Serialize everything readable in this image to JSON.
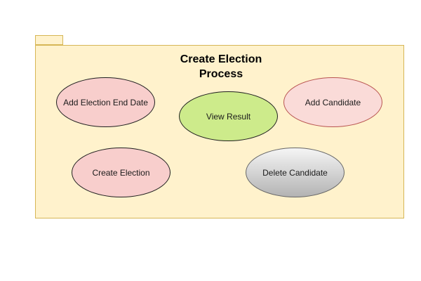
{
  "package": {
    "title_line1": "Create Election",
    "title_line2": "Process"
  },
  "use_cases": {
    "add_end_date": "Add Election End Date",
    "view_result": "View Result",
    "add_candidate": "Add Candidate",
    "create_election": "Create Election",
    "delete_candidate": "Delete Candidate"
  },
  "colors": {
    "package_fill": "#fff2cc",
    "package_stroke": "#d6b656",
    "pink_fill": "#f8cecc",
    "green_fill": "#cdeb8b",
    "light_pink_fill": "#fadbd8",
    "red_stroke": "#b85450",
    "gray_gradient_top": "#f5f5f5",
    "gray_gradient_bottom": "#b3b3b3"
  }
}
